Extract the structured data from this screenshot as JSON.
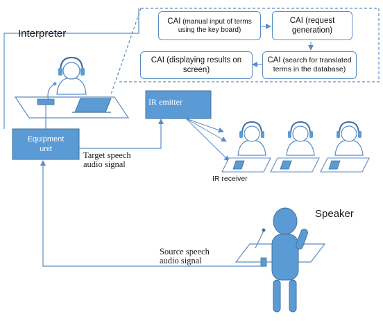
{
  "interpreter_label": "Interpreter",
  "speaker_label": "Speaker",
  "equipment_unit_label": "Equipment unit",
  "ir_emitter_label": "IR emitter",
  "ir_receiver_label": "IR receiver",
  "target_speech_label": "Target speech audio signal",
  "source_speech_label": "Source speech audio signal",
  "cai": {
    "manual_input": "(manual input of terms using the key board)",
    "request_generation": "(request generation)",
    "search": "(search for translated terms in the database)",
    "displaying": "(displaying results on screen)",
    "prefix": "CAI"
  },
  "colors": {
    "accent_blue": "#5b9bd5",
    "dark_blue": "#41719c",
    "line_blue": "#5b8cc6"
  }
}
